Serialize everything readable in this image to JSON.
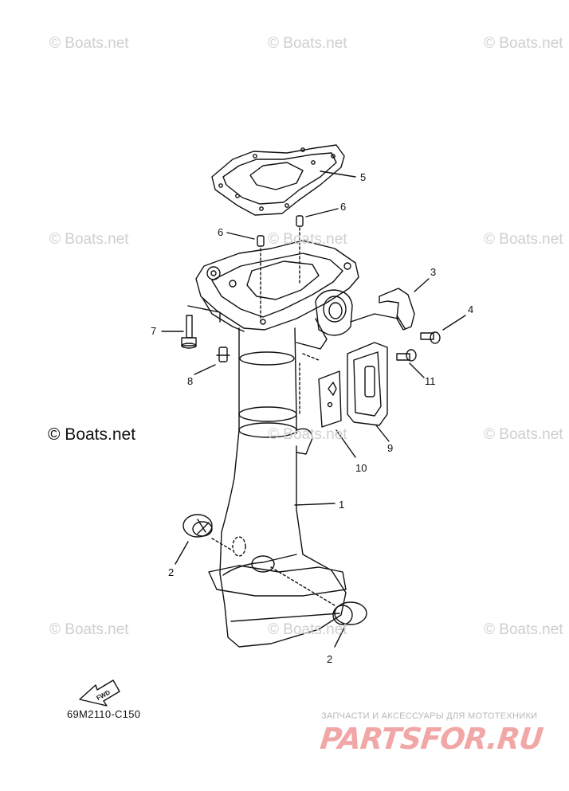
{
  "watermarks": [
    "© Boats.net",
    "© Boats.net",
    "© Boats.net",
    "© Boats.net",
    "© Boats.net",
    "© Boats.net",
    "© Boats.net",
    "© Boats.net",
    "© Boats.net",
    "© Boats.net",
    "© Boats.net",
    "© Boats.net"
  ],
  "copyright": "© Boats.net",
  "diagram_code": "69M2110-C150",
  "fwd_label": "FWD",
  "shop_caption": "ЗАПЧАСТИ И АКСЕССУАРЫ ДЛЯ МОТОТЕХНИКИ",
  "shop_logo": "PARTSFOR.RU",
  "callouts": [
    "1",
    "2",
    "2",
    "3",
    "4",
    "5",
    "6",
    "6",
    "7",
    "8",
    "9",
    "10",
    "11"
  ],
  "colors": {
    "line": "#111111",
    "watermark": "#cfcfcf",
    "logo": "#f2a7a7"
  }
}
